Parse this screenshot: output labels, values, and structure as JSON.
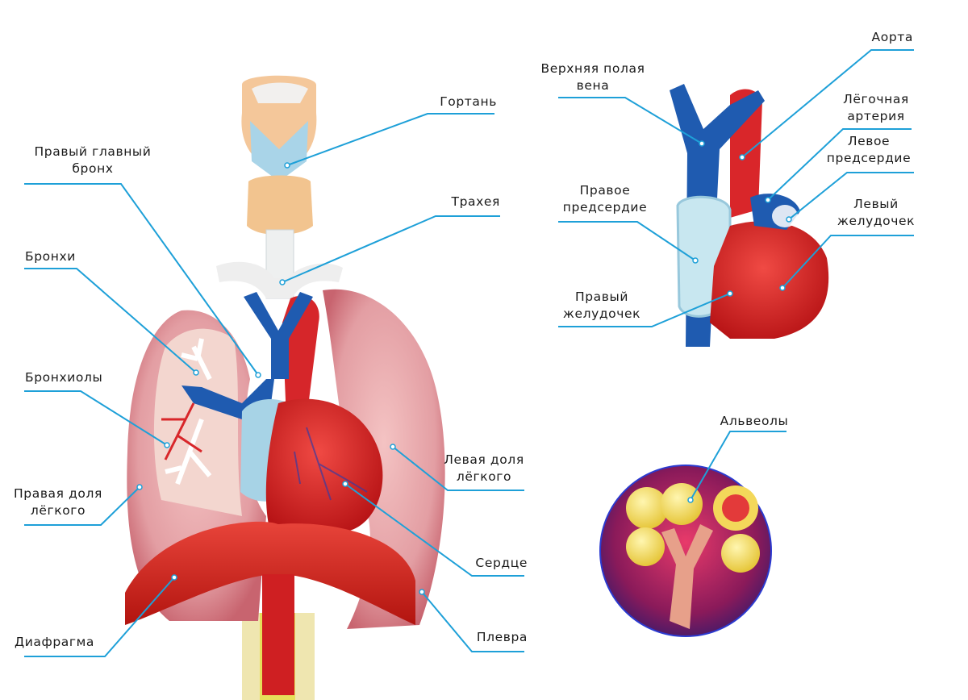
{
  "figure": {
    "labels": {
      "gortan": "Гортань",
      "pravyy_glavnyy_bronkh": [
        "Правый главный",
        "бронх"
      ],
      "trakheya": "Трахея",
      "bronkhi": "Бронхи",
      "bronkhioly": "Бронхиолы",
      "pravaya_dolya": [
        "Правая доля",
        "лёгкого"
      ],
      "levaya_dolya": [
        "Левая доля",
        "лёгкого"
      ],
      "serdtse": "Сердце",
      "diafragma": "Диафрагма",
      "plevra": "Плевра",
      "verkhnyaya_polaya_vena": [
        "Верхняя полая",
        "вена"
      ],
      "aorta": "Аорта",
      "legochnaya_arteriya": [
        "Лёгочная",
        "артерия"
      ],
      "levoe_predserdie": [
        "Левое",
        "предсердие"
      ],
      "pravoe_predserdie": [
        "Правое",
        "предсердие"
      ],
      "levyy_zheludochek": [
        "Левый",
        "желудочек"
      ],
      "pravyy_zheludochek": [
        "Правый",
        "желудочек"
      ],
      "alveoly": "Альвеолы"
    },
    "colors": {
      "leader_line": "#1ea0d8",
      "lung": "#e69aa0",
      "vessel_blue": "#1f5bb0",
      "artery_red": "#e0282c",
      "diaphragm": "#d92a24",
      "atrium_blue": "#9fd0e6"
    }
  }
}
